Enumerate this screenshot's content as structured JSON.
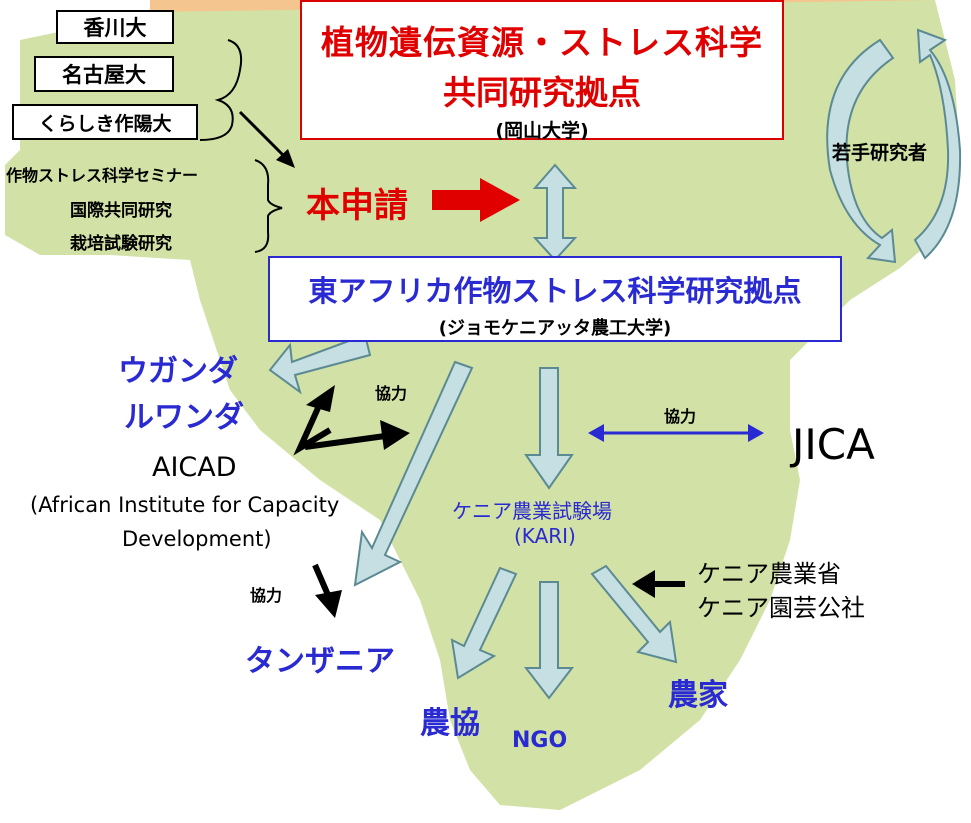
{
  "universities": [
    "香川大",
    "名古屋大",
    "くらしき作陽大"
  ],
  "programs": [
    "作物ストレス科学セミナー",
    "国際共同研究",
    "栽培試験研究"
  ],
  "top_hub": {
    "title_line1": "植物遺伝資源・ストレス科学",
    "title_line2": "共同研究拠点",
    "subtitle": "(岡山大学)"
  },
  "young_researchers": "若手研究者",
  "application": "本申請",
  "east_africa_hub": {
    "title": "東アフリカ作物ストレス科学研究拠点",
    "subtitle": "(ジョモケニアッタ農工大学)"
  },
  "countries": {
    "uganda": "ウガンダ",
    "rwanda": "ルワンダ",
    "tanzania": "タンザニア"
  },
  "aicad": {
    "name": "AICAD",
    "full_line1": "(African Institute for Capacity",
    "full_line2": "Development)"
  },
  "cooperation_labels": [
    "協力",
    "協力",
    "協力"
  ],
  "jica": "JICA",
  "kari": {
    "name": "ケニア農業試験場",
    "abbr": "(KARI)"
  },
  "ministries": [
    "ケニア農業省",
    "ケニア園芸公社"
  ],
  "beneficiaries": {
    "coop": "農協",
    "ngo": "NGO",
    "farmers": "農家"
  },
  "colors": {
    "africa": "#d2e1a5",
    "accent_red": "#e00000",
    "accent_blue": "#2a2ad2",
    "arrow_fill": "#c5dfe3",
    "arrow_stroke": "#5c8a93",
    "top_banner": "#f4c58e"
  }
}
